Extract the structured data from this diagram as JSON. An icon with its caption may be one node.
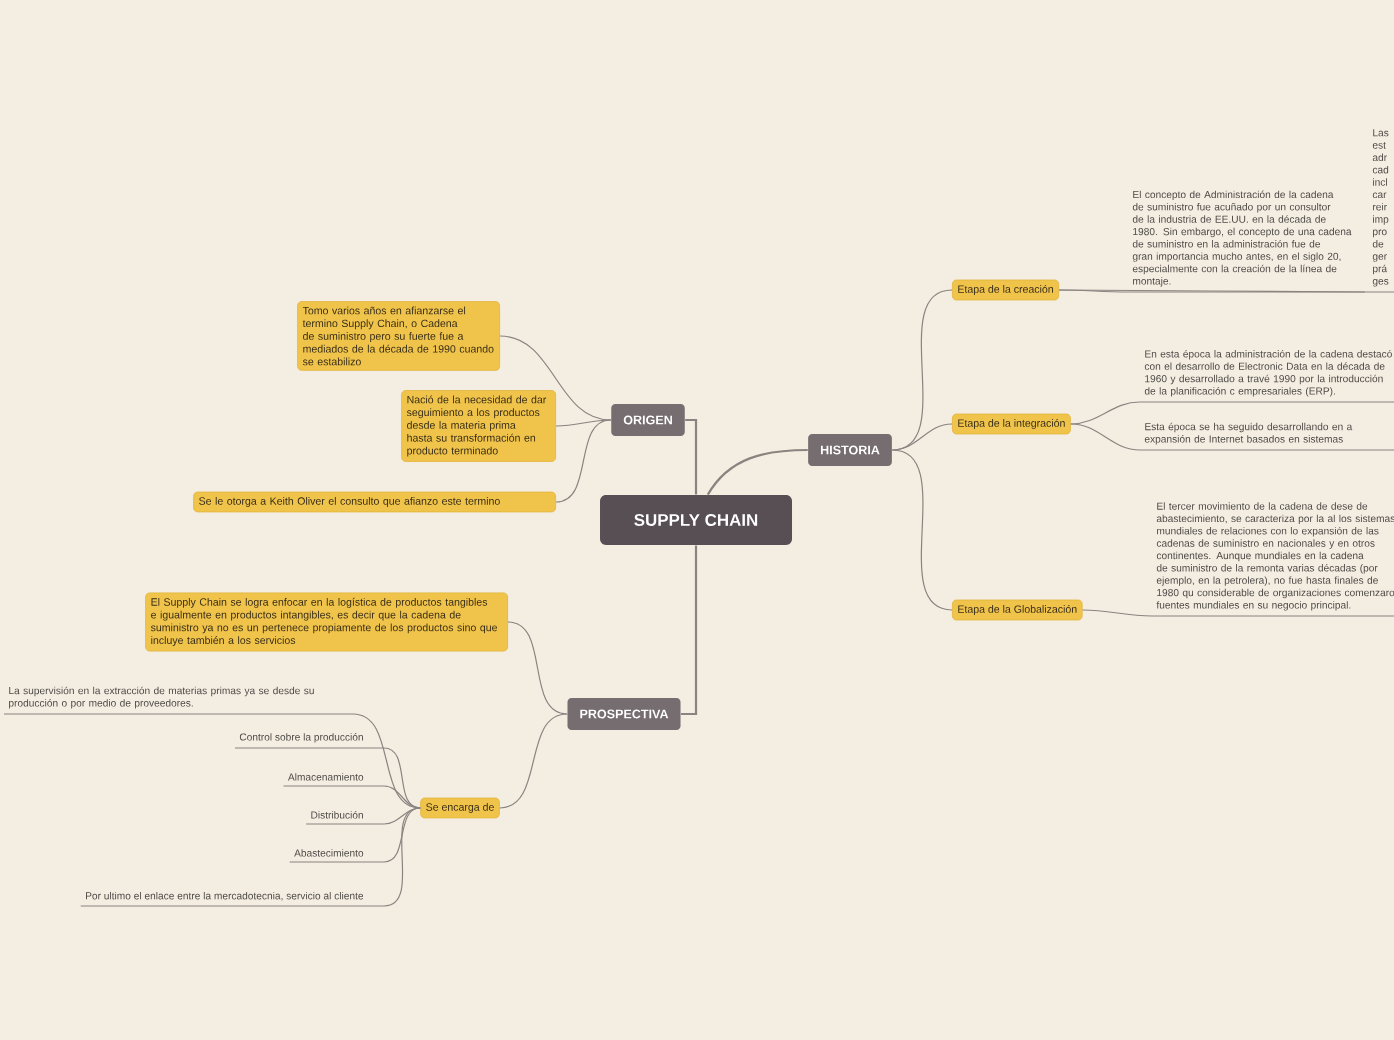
{
  "diagram": {
    "nodes": [
      {
        "text": [
          "SUPPLY CHAIN"
        ]
      },
      {
        "text": [
          "ORIGEN"
        ]
      },
      {
        "text": [
          "HISTORIA"
        ]
      },
      {
        "text": [
          "PROSPECTIVA"
        ]
      },
      {
        "text": [
          "Tomo varios años en afianzarse el termino Supply Chain, o Cadena de suministro pero su fuerte fue a mediados de la década de 1990 cuando se estabilizo"
        ]
      },
      {
        "text": [
          "Nació de la necesidad de dar seguimiento a los productos desde la materia prima hasta su transformación en producto terminado"
        ]
      },
      {
        "text": [
          "Se le otorga a Keith Oliver el consulto que afianzo este termino"
        ]
      },
      {
        "text": [
          "Etapa de la creación"
        ]
      },
      {
        "text": [
          "Etapa de la integración"
        ]
      },
      {
        "text": [
          "Etapa de la Globalización"
        ]
      },
      {
        "text": [
          "El concepto de Administración de la cadena de suministro fue acuñado por un consultor de la industria de EE.UU. en la década de 1980. Sin embargo, el concepto de una cadena de suministro en la administración fue de gran importancia mucho antes, en el siglo 20, especialmente con la creación de la línea de montaje."
        ]
      },
      {
        "text": [
          "Las est adr cad incl car reir imp pro de ger prá ges"
        ]
      },
      {
        "text": [
          "En esta época la administración de la cadena destacó con el desarrollo de Electronic Data en la década de 1960 y desarrollado a travé 1990 por la introducción de la planificación c empresariales (ERP)."
        ]
      },
      {
        "text": [
          "Esta época se ha seguido desarrollando en a expansión de Internet basados en sistemas"
        ]
      },
      {
        "text": [
          "El tercer movimiento de la cadena de dese de abastecimiento, se caracteriza por la al los sistemas mundiales de relaciones con lo expansión de las cadenas de suministro en nacionales y en otros continentes. Aunque mundiales en la cadena de suministro de la remonta varias décadas (por ejemplo, en la petrolera), no fue hasta finales de 1980 qu considerable de organizaciones comenzaro fuentes mundiales en su negocio principal."
        ]
      },
      {
        "text": [
          "El Supply Chain se logra enfocar en la logística de productos tangibles e igualmente en productos intangibles, es decir que la cadena de suministro ya no es un pertenece propiamente de los productos sino que incluye también a los servicios"
        ]
      },
      {
        "text": [
          "Se encarga de"
        ]
      },
      {
        "text": [
          "La supervisión en la extracción de materias primas ya se desde su producción o por medio de proveedores."
        ]
      },
      {
        "text": [
          "Control sobre la producción"
        ]
      },
      {
        "text": [
          "Almacenamiento"
        ]
      },
      {
        "text": [
          "Distribución"
        ]
      },
      {
        "text": [
          "Abastecimiento"
        ]
      },
      {
        "text": [
          "Por ultimo el enlace entre la mercadotecnia, servicio al cliente"
        ]
      }
    ],
    "edges": [
      {
        "from": 0,
        "to": 1,
        "arrow": "none"
      },
      {
        "from": 0,
        "to": 2,
        "arrow": "none"
      },
      {
        "from": 0,
        "to": 3,
        "arrow": "none"
      },
      {
        "from": 1,
        "to": 4,
        "arrow": "none"
      },
      {
        "from": 1,
        "to": 5,
        "arrow": "none"
      },
      {
        "from": 1,
        "to": 6,
        "arrow": "none"
      },
      {
        "from": 2,
        "to": 7,
        "arrow": "none"
      },
      {
        "from": 2,
        "to": 8,
        "arrow": "none"
      },
      {
        "from": 2,
        "to": 9,
        "arrow": "none"
      },
      {
        "from": 7,
        "to": 10,
        "arrow": "none"
      },
      {
        "from": 7,
        "to": 11,
        "arrow": "none"
      },
      {
        "from": 8,
        "to": 12,
        "arrow": "none"
      },
      {
        "from": 8,
        "to": 13,
        "arrow": "none"
      },
      {
        "from": 9,
        "to": 14,
        "arrow": "none"
      },
      {
        "from": 3,
        "to": 15,
        "arrow": "none"
      },
      {
        "from": 3,
        "to": 16,
        "arrow": "none"
      },
      {
        "from": 16,
        "to": 17,
        "arrow": "none"
      },
      {
        "from": 16,
        "to": 18,
        "arrow": "none"
      },
      {
        "from": 16,
        "to": 19,
        "arrow": "none"
      },
      {
        "from": 16,
        "to": 20,
        "arrow": "none"
      },
      {
        "from": 16,
        "to": 21,
        "arrow": "none"
      },
      {
        "from": 16,
        "to": 22,
        "arrow": "none"
      }
    ]
  }
}
